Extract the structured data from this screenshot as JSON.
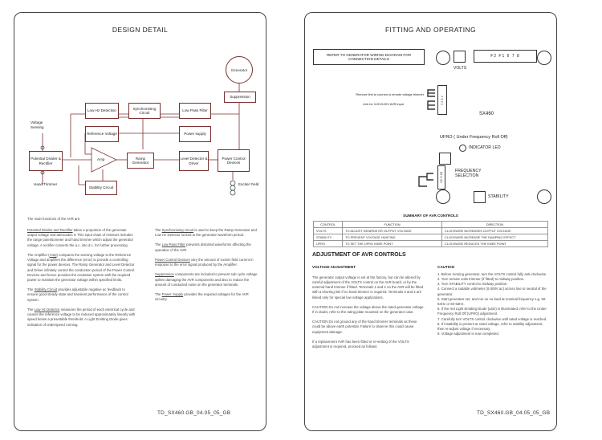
{
  "left_page": {
    "title": "DESIGN DETAIL",
    "diagram": {
      "generator": "Generator",
      "suppression": "Suppression",
      "low_hz_detection": "Low Hz Detection",
      "synchronising_circuit": "Synchronising Circuit",
      "low_pass_filter": "Low Pass Filter",
      "voltage_sensing": "Voltage Sensing",
      "reference_voltage": "Reference Voltage",
      "power_supply": "Power supply",
      "potential_divider": "Potential Divider & Rectifier",
      "amp": "Amp",
      "ramp_generator": "Ramp Generator",
      "level_detector": "Level Detector & Driver",
      "power_control": "Power Control Devices",
      "hand_trimmer": "Hand Trimmer",
      "stability_circuit": "Stability Circuit",
      "exciter_field": "Exciter Field"
    },
    "intro": "The main functions of the AVR are:",
    "col1": [
      {
        "link": "Potential Divider and Rectifier",
        "text": " takes a proportion of the generator output voltage and attenuates it. This input chain of resistors includes the range potentiometer and hand trimmer which adjust the generator voltage. A rectifier converts the a.c. into d.c. for further processing."
      },
      {
        "prefix": "The Amplifier (",
        "link": "Amp",
        "text": ") compares the sensing voltage to the Reference Voltage and amplifies the difference (error) to provide a controlling signal for the power devices. The Ramp Generator and Level Detector and Driver infinitely control the conduction period of the Power Control Devices and hence provides the excitation system with the required power to maintain the generator voltage within specified limits."
      },
      {
        "prefix": "The ",
        "link": "Stability Circuit",
        "text": " provides adjustable negative ac feedback to ensure good steady state and transient performance of the control system."
      },
      {
        "prefix": "The ",
        "link": "Low Hz Detector",
        "text": " measures the period of each electrical cycle and causes the reference voltage to be reduced approximately linearly with speed below a presettable threshold. A Light Emitting Diode gives indication of underspeed running."
      }
    ],
    "col2": [
      {
        "prefix": "The ",
        "link": "Synchronising circuit",
        "text": " is used to keep the Ramp Generator and Low Hz Detector locked to the generator waveform period."
      },
      {
        "prefix": "The ",
        "link": "Low Pass Filter",
        "text": " prevents distorted waveforms affecting the operation of the AVR."
      },
      {
        "prefix": "",
        "link": "Power Control Devices",
        "text": " vary the amount of exciter field current in response to the error signal produced by the Amplifier."
      },
      {
        "prefix": "",
        "link": "Suppression",
        "text": " components are included to prevent sub cycle voltage spikes damaging the AVR components and also to reduce the amount of conducted noise on the generator terminals."
      },
      {
        "prefix": "The ",
        "link": "Power Supply",
        "text": " provides the required voltages for the AVR circuitry."
      }
    ],
    "footer": "TD_SX460.GB_04.05_05_GB"
  },
  "right_page": {
    "title": "FITTING AND OPERATING",
    "refer_box": "REFER TO GENERATOR WIRING DIAGRAM FOR CONNECTION DETAILS",
    "terminals": "F2  F1  6  7  8",
    "volts": "VOLTS",
    "remove_link": "Remove link to connect a remote voltage trimmer",
    "link_note": "Link for 110V/120V AVR input",
    "model": "SX460",
    "ufro": "UFRO ( Under Frequency Roll Off)",
    "indicator_led": "INDICATOR LED",
    "frequency_selection": "FREQUENCY SELECTION",
    "freq_pins": "60 C 50",
    "stability": "STABILITY",
    "summary": {
      "title": "SUMMARY OF AVR CONTROLS",
      "headers": [
        "CONTROL",
        "FUNCTION",
        "DIRECTION"
      ],
      "rows": [
        [
          "VOLTS",
          "TO ADJUST GENERATOR OUTPUT VOLTAGE",
          "CLOCKWISE INCREASES OUTPUT VOLTAGE"
        ],
        [
          "STABILITY",
          "TO PREVENT VOLTAGE HUNTING",
          "CLOCKWISE INCREASE THE DAMPING EFFECT"
        ],
        [
          "UFRO",
          "TO SET THE UFRO KNEE POINT",
          "CLOCKWISE REDUCES THE KNEE POINT"
        ]
      ]
    },
    "adjustment_heading": "ADJUSTMENT OF AVR CONTROLS",
    "voltage_adjustment_heading": "VOLTAGE ADJUSTMENT",
    "voltage_adjustment_text": "The generator output voltage is set at the factory, but can be altered by careful adjustment of the VOLTS control on the AVR board, or by the external hand trimmer if fitted. Terminals 1 and 2 on the AVR will be fitted with a shorting link if no hand trimmer is required. Terminals 3 and 4 are linked only for special low voltage applications.",
    "caution1": "CAUTION  Do not increase the voltage above the rated generator voltage. If in doubt, refer to the rating plate mounted on the generator case.",
    "caution2": "CAUTION  Do not ground any of the hand trimmer terminals as these could be above earth potential. Failure to observe this could cause equipment damage.",
    "replacement": "If a replacement AVR has been fitted or re-setting of the VOLTS adjustment is required, proceed as follows:",
    "caution_heading": "CAUTION",
    "steps": [
      "1. Before running generator, turn the VOLTS control fully anti-clockwise.",
      "2. Turn remote volts trimmer (if fitted) to midway position.",
      "3. Turn STABILITY control to midway position.",
      "4. Connect a suitable voltmeter (0-300V ac) across line to neutral of the generator.",
      "5. Start generator set, and run on no-load at nominal frequency e.g. 50-53Hz or 60-63Hz.",
      "6. If the red Light Emitting Diode (LED) is illuminated, refer to the Under Frequency Roll Off (UFRO) adjustment.",
      "7. Carefully turn VOLTS control clockwise until rated voltage is reached.",
      "8. If instability is present at rated voltage, refer to stability adjustment, then re-adjust voltage if necessary.",
      "9. Voltage adjustment is now completed."
    ],
    "footer": "TD_SX460.GB_04.05_05_GB"
  }
}
